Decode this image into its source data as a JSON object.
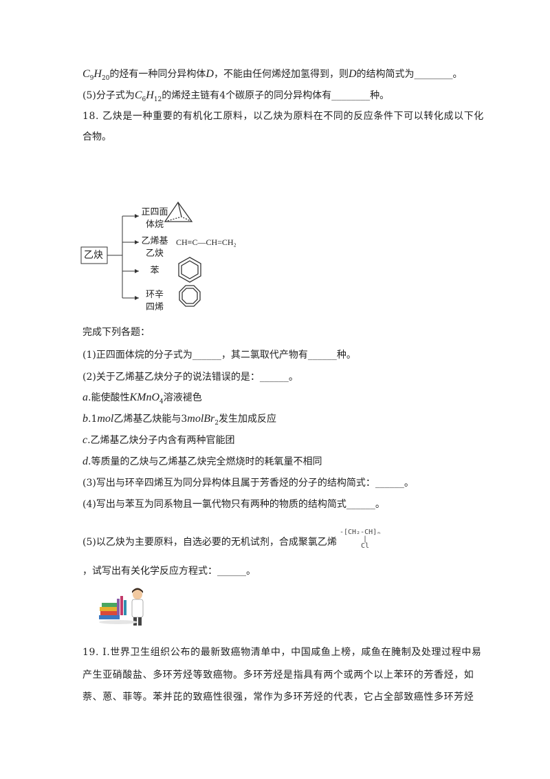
{
  "lines": {
    "l1_pre": "的烃有一种同分异构体",
    "l1_D": "D",
    "l1_mid": "，不能由任何烯烃加氢得到，则",
    "l1_post": "的结构简式为________。",
    "l1_C": "C",
    "l1_sub9": "9",
    "l1_H": "H",
    "l1_sub20": "20",
    "l2_num": "(5)",
    "l2_pre": "分子式为",
    "l2_C": "C",
    "l2_sub6": "6",
    "l2_H": "H",
    "l2_sub12": "12",
    "l2_post": "的烯烃主链有",
    "l2_4": "4",
    "l2_end": "个碳原子的同分异构体有________种。",
    "q18_a": "18. 乙炔是一种重要的有机化工原料，以乙炔为原料在不同的反应条件下可以转化成以下化",
    "q18_b": "合物。"
  },
  "diagram": {
    "source": "乙炔",
    "branches": [
      {
        "label1": "正四面",
        "label2": "体烷",
        "formula": ""
      },
      {
        "label1": "乙烯基",
        "label2": "乙炔",
        "formula": "CH≡C—CH=CH₂"
      },
      {
        "label1": "苯",
        "label2": "",
        "formula": ""
      },
      {
        "label1": "环辛",
        "label2": "四烯",
        "formula": ""
      }
    ]
  },
  "tasks": {
    "intro": "完成下列各题：",
    "t1_num": "(1)",
    "t1": "正四面体烷的分子式为______，其二氯取代产物有______种。",
    "t2_num": "(2)",
    "t2": "关于乙烯基乙炔分子的说法错误的是：______。",
    "ta_letter": "a",
    "ta_pre": ".能使酸性",
    "ta_formula": "KMnO",
    "ta_sub": "4",
    "ta_post": "溶液褪色",
    "tb_letter": "b",
    "tb_pre": ".1",
    "tb_mol": "mol",
    "tb_mid": "乙烯基乙炔能与3",
    "tb_mol2": "mol",
    "tb_br": "Br",
    "tb_sub": "2",
    "tb_post": "发生加成反应",
    "tc_letter": "c",
    "tc": ".乙烯基乙炔分子内含有两种官能团",
    "td_letter": "d",
    "td": ".等质量的乙炔与乙烯基乙炔完全燃烧时的耗氧量不相同",
    "t3_num": "(3)",
    "t3": "写出与环辛四烯互为同分异构体且属于芳香烃的分子的结构简式：______。",
    "t4_num": "(4)",
    "t4": "写出与苯互为同系物且一氯代物只有两种的物质的结构简式______。",
    "t5_num": "(5)",
    "t5": "以乙炔为主要原料，自选必要的无机试剂，合成聚氯乙烯",
    "t5_polymer": "-[CH₂-CH]ₙ",
    "t5_cl": "Cl",
    "t5_b": "，试写出有关化学反应方程式：______。"
  },
  "q19": {
    "a": "19. I.世界卫生组织公布的最新致癌物清单中，中国咸鱼上榜，咸鱼在腌制及处理过程中易",
    "b": "产生亚硝酸盐、多环芳烃等致癌物。多环芳烃是指具有两个或两个以上苯环的芳香烃，如",
    "c": "萘、蒽、菲等。苯并芘的致癌性很强，常作为多环芳烃的代表，它占全部致癌性多环芳烃"
  }
}
